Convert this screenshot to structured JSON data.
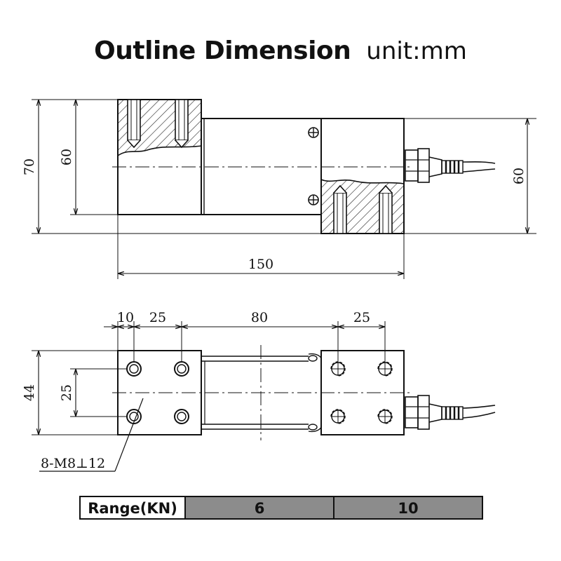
{
  "title": "Outline Dimension",
  "unit": "unit:mm",
  "side_view": {
    "height_overall": "70",
    "height_block": "60",
    "height_right": "60",
    "length": "150"
  },
  "top_view": {
    "dim_10": "10",
    "dim_25_left": "25",
    "dim_80": "80",
    "dim_25_right": "25",
    "width_44": "44",
    "hole_spacing_25": "25",
    "callout": "8-M8⊥12"
  },
  "table": {
    "label": "Range(KN)",
    "values": [
      "6",
      "10"
    ],
    "label_bg": "#ffffff",
    "value_bg": "#8c8c8c"
  }
}
